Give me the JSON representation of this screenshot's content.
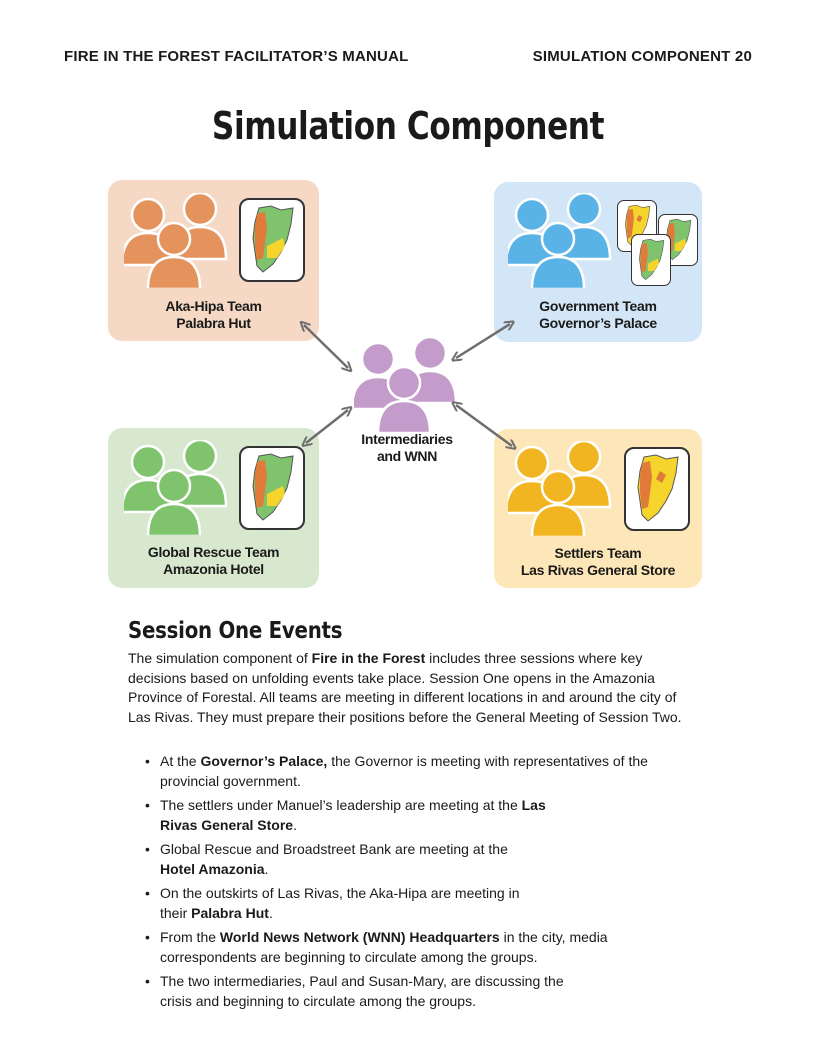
{
  "header": {
    "left": "FIRE IN THE FOREST FACILITATOR’S MANUAL",
    "right": "SIMULATION COMPONENT 20"
  },
  "title": "Simulation Component",
  "teams": {
    "aka_hipa": {
      "line1": "Aka-Hipa Team",
      "line2": "Palabra Hut",
      "color": "#e4935d",
      "bg": "#f5d9c4"
    },
    "government": {
      "line1": "Government Team",
      "line2": "Governor’s Palace",
      "color": "#5ab3e6",
      "bg": "#d2e6f7"
    },
    "global_rescue": {
      "line1": "Global Rescue Team",
      "line2": "Amazonia Hotel",
      "color": "#7fc46d",
      "bg": "#d8e8cf"
    },
    "settlers": {
      "line1": "Settlers Team",
      "line2": "Las Rivas General Store",
      "color": "#f2b522",
      "bg": "#fde7b8"
    },
    "intermediaries": {
      "line1": "Intermediaries",
      "line2": "and WNN",
      "color": "#c49ccb"
    }
  },
  "session": {
    "title": "Session One Events",
    "intro_parts": [
      "The simulation component of ",
      "Fire in the Forest",
      " includes three sessions where key decisions based on unfolding events take place. Session One opens in the Amazonia Province of Forestal. All teams are meeting in different locations in and around the city of Las Rivas. They must prepare their positions before the General Meeting of Session Two."
    ],
    "events": [
      {
        "a": "At the ",
        "b": "Governor’s Palace,",
        "c": " the Governor is meeting with representatives of the provincial government."
      },
      {
        "a": "The settlers under Manuel’s leadership are meeting at the ",
        "b": "Las Rivas General Store",
        "c": "."
      },
      {
        "a": "Global Rescue and Broadstreet Bank are meeting at the ",
        "b": "Hotel Amazonia",
        "c": "."
      },
      {
        "a": "On the outskirts of Las Rivas, the Aka-Hipa are meeting in their ",
        "b": "Palabra Hut",
        "c": "."
      },
      {
        "a": "From the ",
        "b": "World News Network (WNN) Headquarters",
        "c": " in the city, media correspondents are beginning to circulate among the groups."
      },
      {
        "a": "The two intermediaries, Paul and Susan-Mary, are discussing the crisis and beginning to circulate among the groups.",
        "b": "",
        "c": ""
      }
    ]
  },
  "map_colors": {
    "green": "#7fc46d",
    "orange": "#e07b39",
    "yellow": "#f5d52b"
  }
}
